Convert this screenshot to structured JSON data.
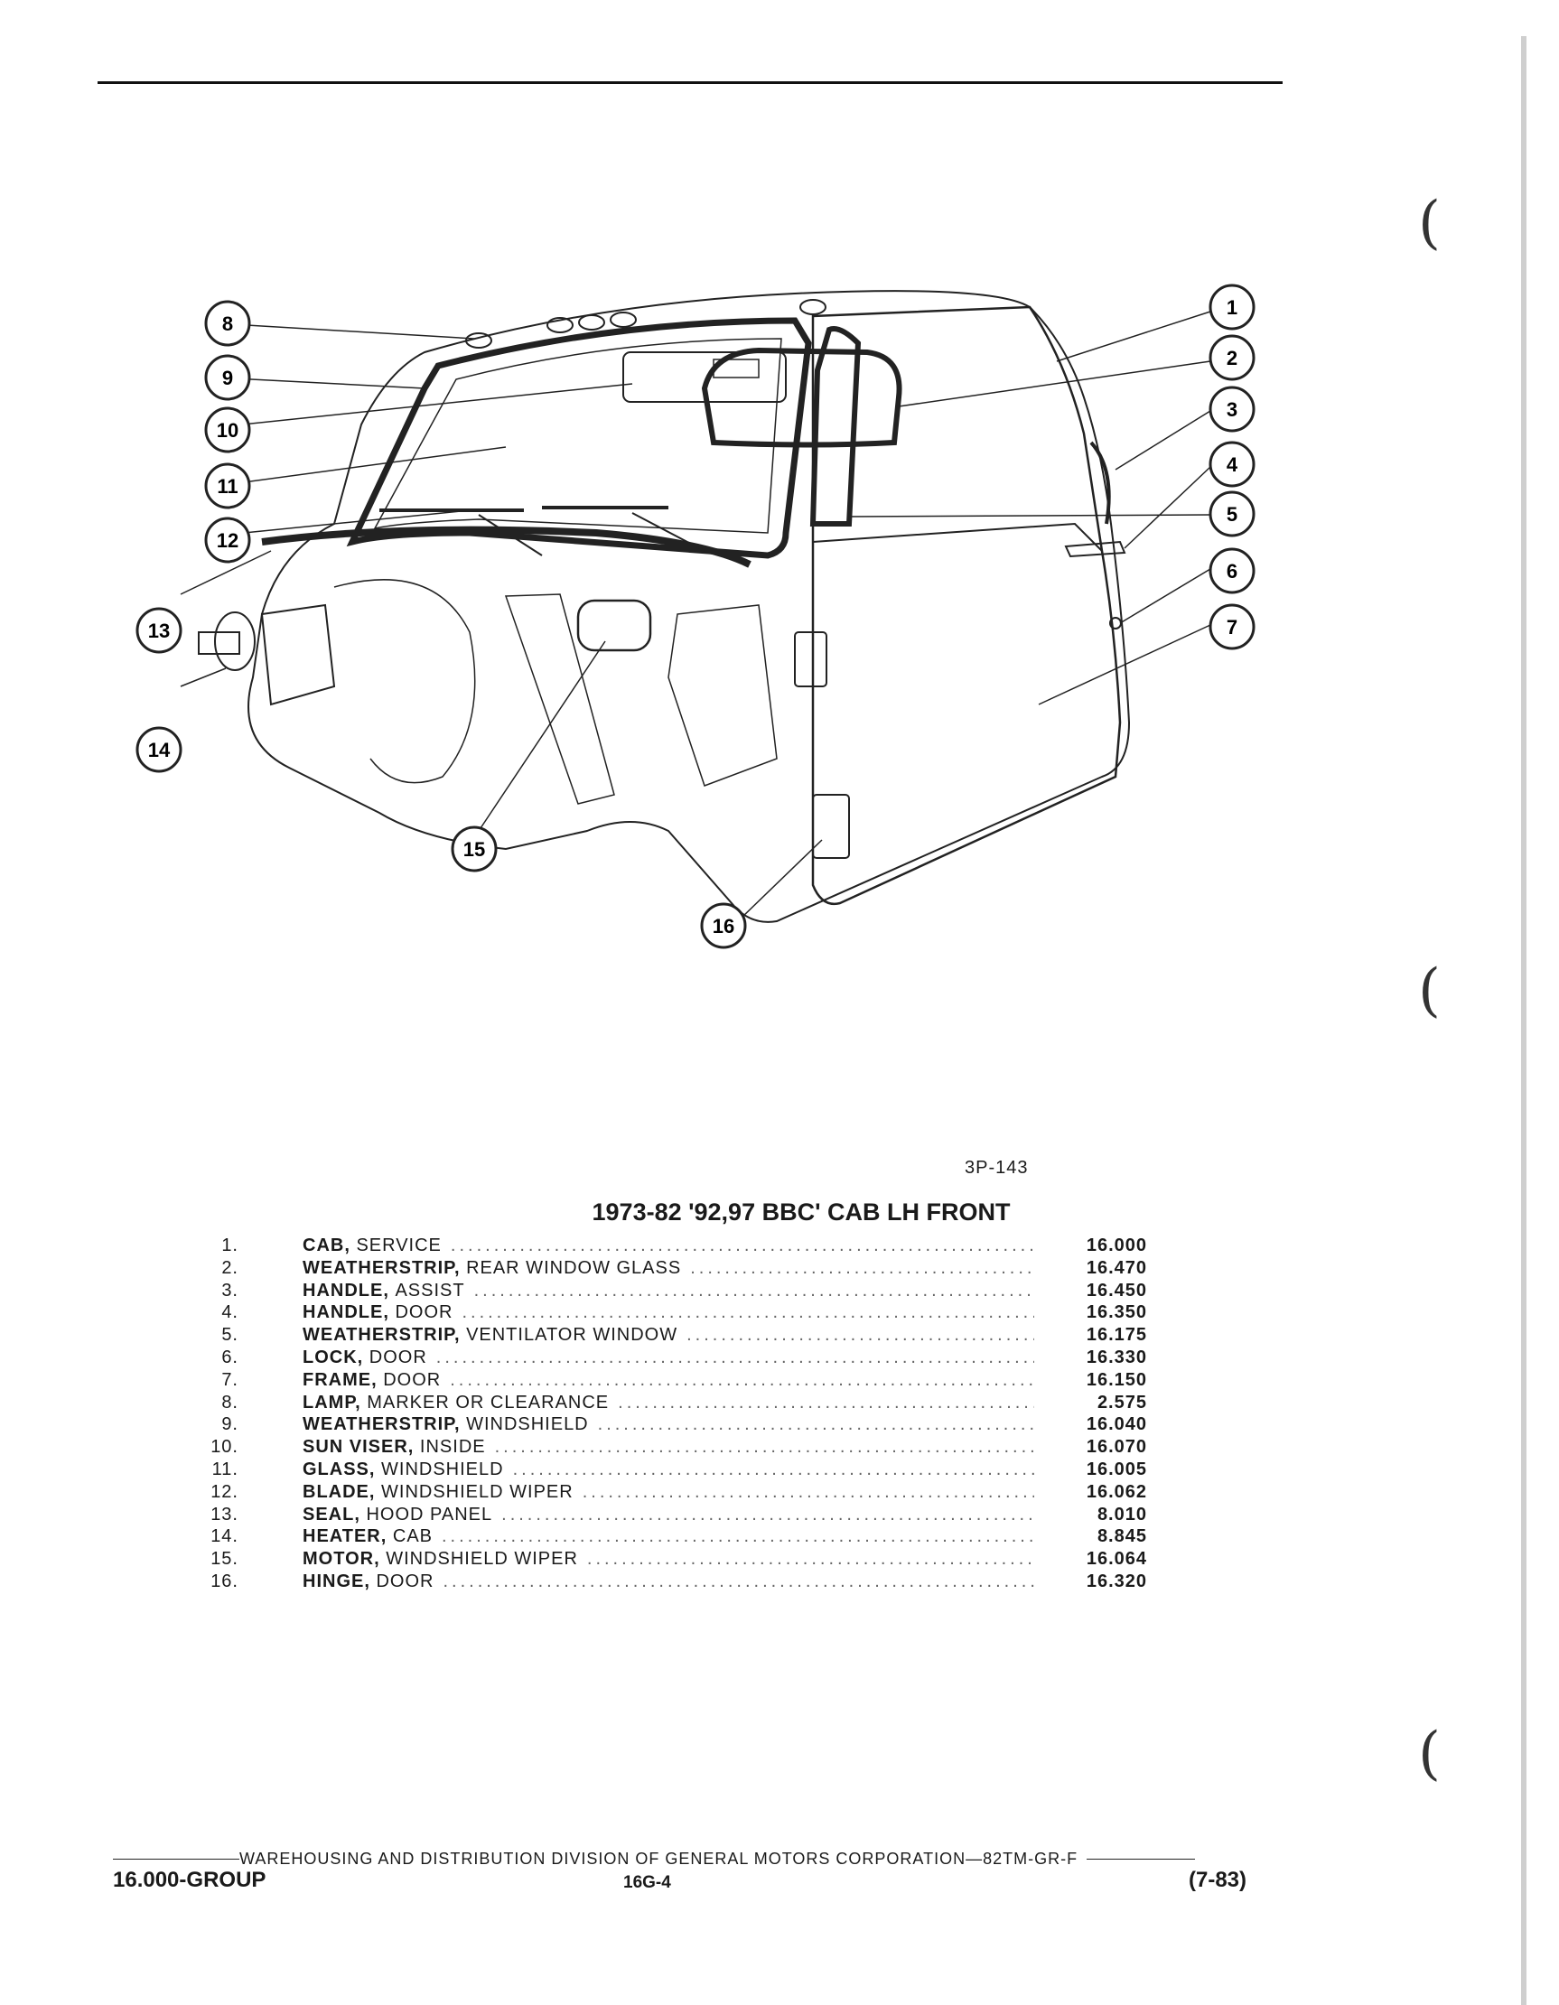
{
  "figure": {
    "code": "3P-143",
    "callouts": [
      "1",
      "2",
      "3",
      "4",
      "5",
      "6",
      "7",
      "8",
      "9",
      "10",
      "11",
      "12",
      "13",
      "14",
      "15",
      "16"
    ]
  },
  "parts": {
    "title": "1973-82 '92,97 BBC' CAB LH FRONT",
    "items": [
      {
        "num": "1.",
        "key": "CAB,",
        "desc": "SERVICE",
        "code": "16.000"
      },
      {
        "num": "2.",
        "key": "WEATHERSTRIP,",
        "desc": "REAR WINDOW GLASS",
        "code": "16.470"
      },
      {
        "num": "3.",
        "key": "HANDLE,",
        "desc": "ASSIST",
        "code": "16.450"
      },
      {
        "num": "4.",
        "key": "HANDLE,",
        "desc": "DOOR",
        "code": "16.350"
      },
      {
        "num": "5.",
        "key": "WEATHERSTRIP,",
        "desc": "VENTILATOR WINDOW",
        "code": "16.175"
      },
      {
        "num": "6.",
        "key": "LOCK,",
        "desc": "DOOR",
        "code": "16.330"
      },
      {
        "num": "7.",
        "key": "FRAME,",
        "desc": "DOOR",
        "code": "16.150"
      },
      {
        "num": "8.",
        "key": "LAMP,",
        "desc": "MARKER OR CLEARANCE",
        "code": "2.575"
      },
      {
        "num": "9.",
        "key": "WEATHERSTRIP,",
        "desc": "WINDSHIELD",
        "code": "16.040"
      },
      {
        "num": "10.",
        "key": "SUN VISER,",
        "desc": "INSIDE",
        "code": "16.070"
      },
      {
        "num": "11.",
        "key": "GLASS,",
        "desc": "WINDSHIELD",
        "code": "16.005"
      },
      {
        "num": "12.",
        "key": "BLADE,",
        "desc": "WINDSHIELD WIPER",
        "code": "16.062"
      },
      {
        "num": "13.",
        "key": "SEAL,",
        "desc": "HOOD PANEL",
        "code": "8.010"
      },
      {
        "num": "14.",
        "key": "HEATER,",
        "desc": "CAB",
        "code": "8.845"
      },
      {
        "num": "15.",
        "key": "MOTOR,",
        "desc": "WINDSHIELD WIPER",
        "code": "16.064"
      },
      {
        "num": "16.",
        "key": "HINGE,",
        "desc": "DOOR",
        "code": "16.320"
      }
    ]
  },
  "footer": {
    "line": "WAREHOUSING AND DISTRIBUTION  DIVISION OF GENERAL MOTORS CORPORATION—82TM-GR-F",
    "group": "16.000-GROUP",
    "page": "16G-4",
    "date": "(7-83)"
  }
}
